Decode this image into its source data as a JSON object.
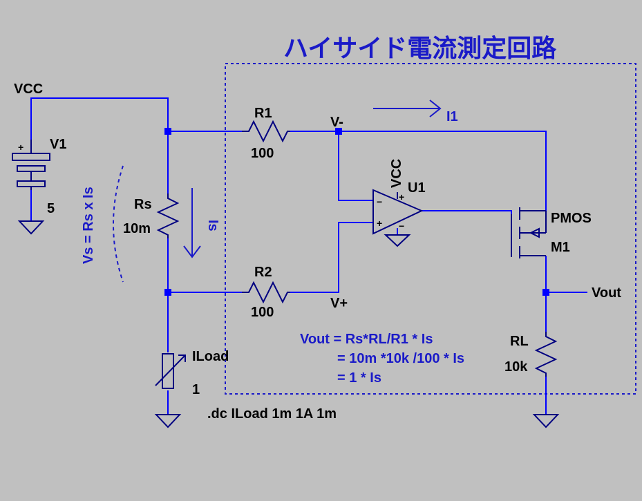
{
  "title": "ハイサイド電流測定回路",
  "labels": {
    "vcc_net": "VCC",
    "v1_name": "V1",
    "v1_value": "5",
    "rs_name": "Rs",
    "rs_value": "10m",
    "r1_name": "R1",
    "r1_value": "100",
    "r2_name": "R2",
    "r2_value": "100",
    "vminus": "V-",
    "vplus": "V+",
    "opamp_supply": "VCC",
    "u1_name": "U1",
    "pmos_type": "PMOS",
    "m1_name": "M1",
    "vout_net": "Vout",
    "rl_name": "RL",
    "rl_value": "10k",
    "iload_name": "ILoad",
    "iload_value": "1",
    "dc_directive": ".dc ILoad 1m 1A 1m",
    "i1_label": "I1",
    "is_label": "Is",
    "vs_equation": "Vs = Rs x Is"
  },
  "equation_lines": [
    "Vout = Rs*RL/R1 * Is",
    "= 10m *10k /100 * Is",
    "= 1 * Is"
  ],
  "colors": {
    "background": "#c0c0c0",
    "wire": "#0000ff",
    "annotation": "#1a1ac8",
    "component": "#000080"
  }
}
